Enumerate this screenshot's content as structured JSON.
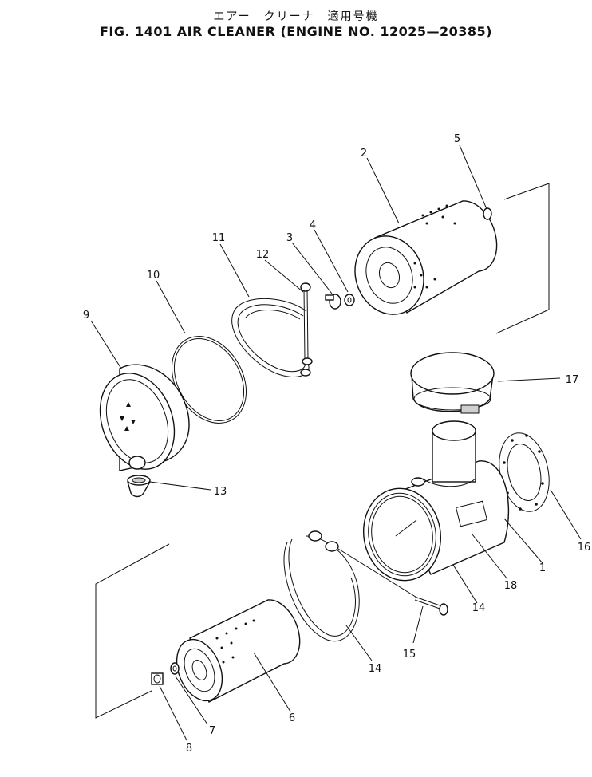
{
  "title": {
    "japanese": "エアー　クリーナ　適用号機",
    "english": "FIG. 1401   AIR  CLEANER  (ENGINE  NO. 12025—20385)"
  },
  "callouts": {
    "c1": "1",
    "c2": "2",
    "c3": "3",
    "c4": "4",
    "c5": "5",
    "c6": "6",
    "c7": "7",
    "c8": "8",
    "c9": "9",
    "c10": "10",
    "c11": "11",
    "c12": "12",
    "c13": "13",
    "c14a": "14",
    "c14b": "14",
    "c15": "15",
    "c16": "16",
    "c17": "17",
    "c18": "18"
  }
}
